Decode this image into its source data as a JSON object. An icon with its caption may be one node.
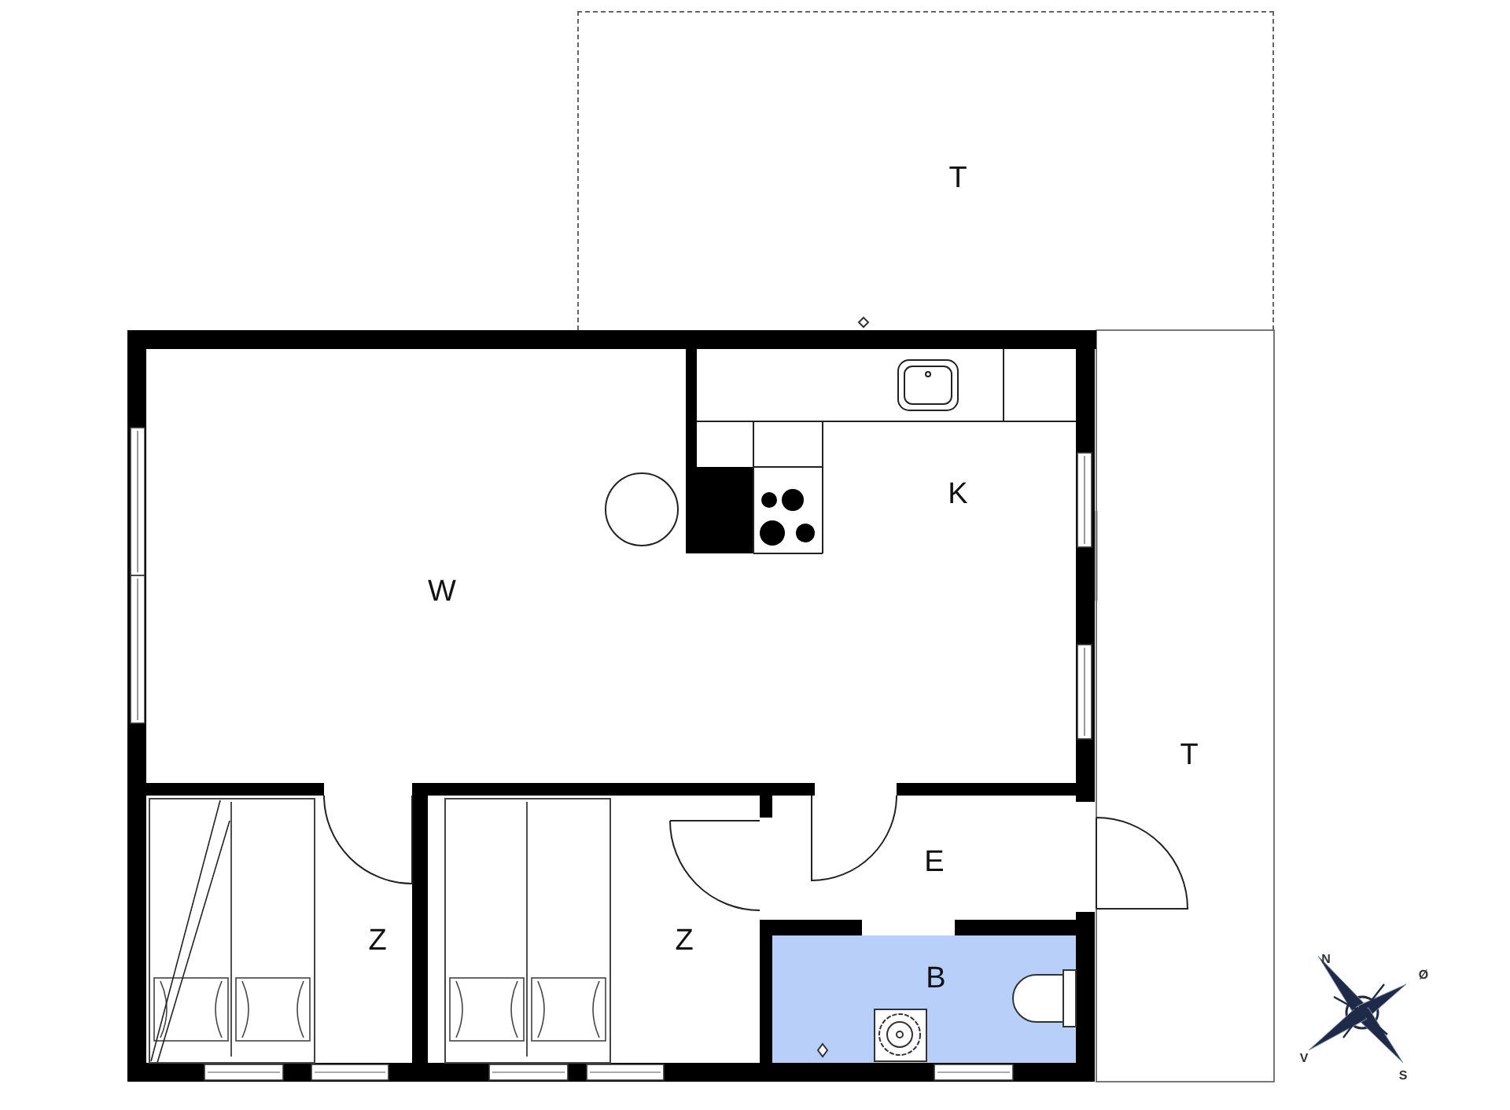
{
  "diagram": {
    "nodes": [
      {
        "text": [
          "T"
        ]
      },
      {
        "text": [
          "W"
        ]
      },
      {
        "text": [
          "K"
        ]
      },
      {
        "text": [
          "T"
        ]
      },
      {
        "text": [
          "Z"
        ]
      },
      {
        "text": [
          "Z"
        ]
      },
      {
        "text": [
          "E"
        ]
      },
      {
        "text": [
          "B"
        ]
      }
    ],
    "labels": [
      "N",
      "Ø",
      "V",
      "S"
    ]
  }
}
